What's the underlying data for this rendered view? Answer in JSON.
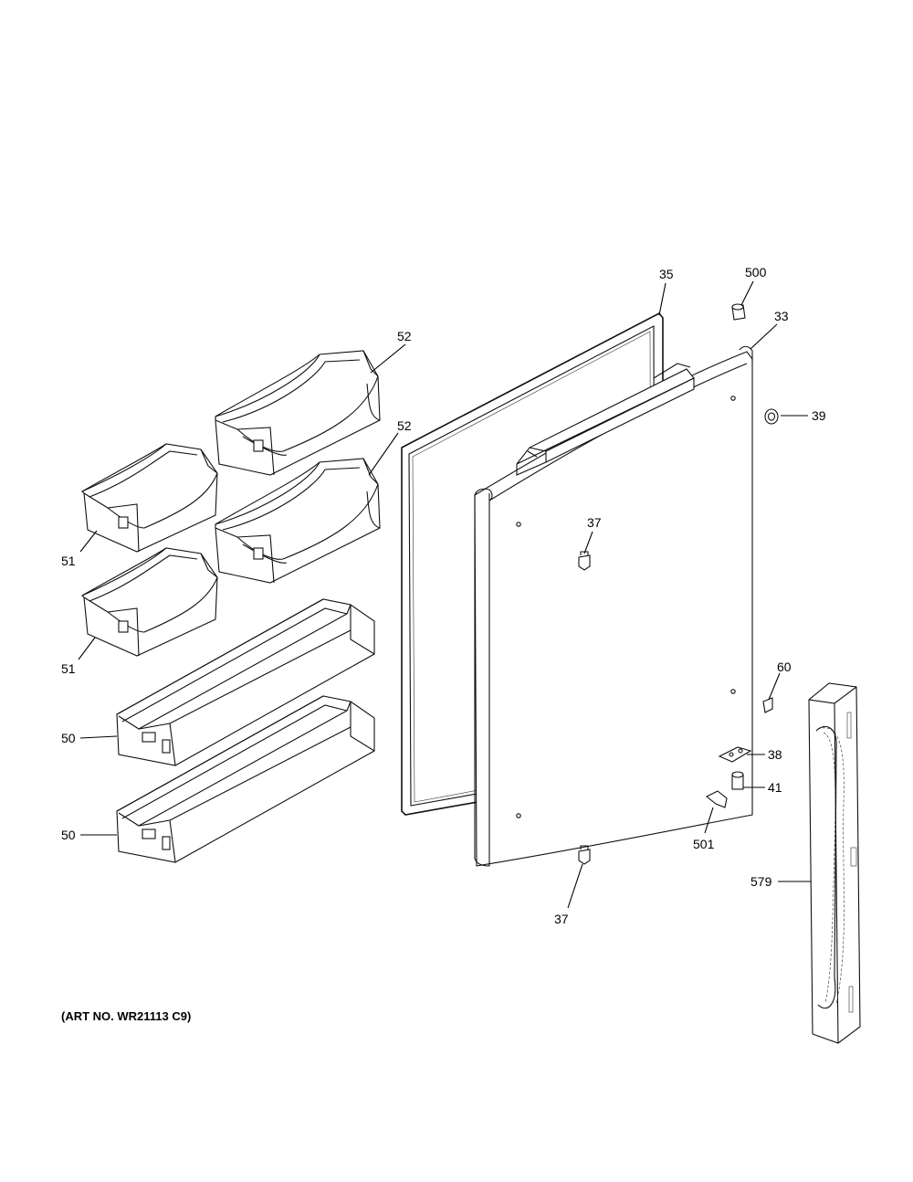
{
  "art_number": "(ART NO. WR21113 C9)",
  "labels": {
    "door_panel": "33",
    "gasket": "35",
    "screw_top": "37",
    "screw_bottom": "37",
    "hinge_bracket": "38",
    "plug_39": "39",
    "bushing_41": "41",
    "clip_60": "60",
    "bin_50_upper": "50",
    "bin_50_lower": "50",
    "bin_51_upper": "51",
    "bin_51_lower": "51",
    "bin_52_upper": "52",
    "bin_52_lower": "52",
    "cap_500": "500",
    "stop_501": "501",
    "handle_579": "579"
  }
}
